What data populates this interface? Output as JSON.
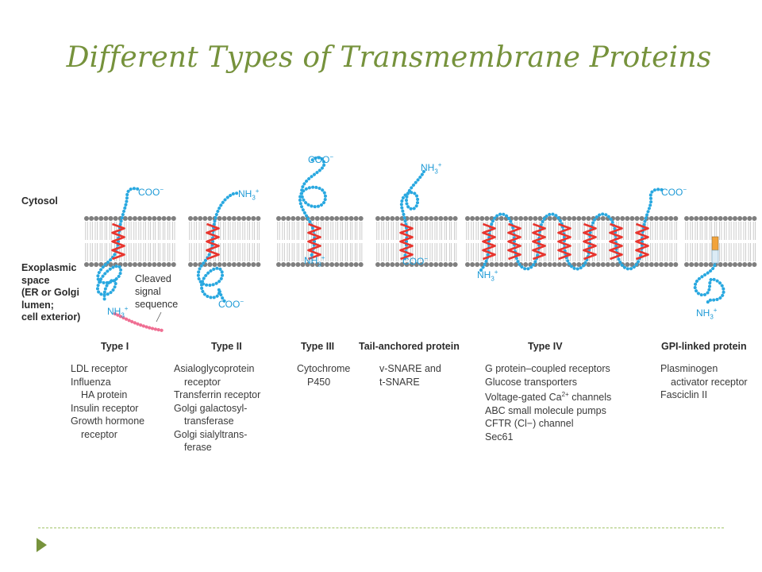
{
  "title": "Different Types of Transmembrane Proteins",
  "regions": {
    "cytosol": "Cytosol",
    "exoplasmic": "Exoplasmic\nspace\n(ER or Golgi\nlumen;\ncell exterior)"
  },
  "annotations": {
    "cleaved_signal": "Cleaved\nsignal\nsequence"
  },
  "terminals": {
    "coo": "COO",
    "nh3": "NH",
    "nh3_sub": "3",
    "plus": "+",
    "minus": "−"
  },
  "colors": {
    "lipid_head": "#7f7f7f",
    "helix": "#e8352e",
    "chain": "#29a8e0",
    "signal": "#ef6f93",
    "gpi_anchor": "#f2a33a",
    "accent": "#76923c"
  },
  "types": [
    {
      "heading": "Type I",
      "examples": [
        {
          "text": "LDL receptor"
        },
        {
          "text": "Influenza"
        },
        {
          "text": "HA protein",
          "indent": true
        },
        {
          "text": "Insulin receptor"
        },
        {
          "text": "Growth hormone"
        },
        {
          "text": "receptor",
          "indent": true
        }
      ]
    },
    {
      "heading": "Type II",
      "examples": [
        {
          "text": "Asialoglycoprotein"
        },
        {
          "text": "receptor",
          "indent": true
        },
        {
          "text": "Transferrin receptor"
        },
        {
          "text": "Golgi galactosyl-"
        },
        {
          "text": "transferase",
          "indent": true
        },
        {
          "text": "Golgi sialyltrans-"
        },
        {
          "text": "ferase",
          "indent": true
        }
      ]
    },
    {
      "heading": "Type III",
      "examples": [
        {
          "text": "Cytochrome"
        },
        {
          "text": "P450",
          "indent": true
        }
      ]
    },
    {
      "heading": "Tail-anchored protein",
      "examples": [
        {
          "text": "v-SNARE and"
        },
        {
          "text": "t-SNARE"
        }
      ]
    },
    {
      "heading": "Type IV",
      "examples": [
        {
          "text": "G protein–coupled receptors"
        },
        {
          "text": "Glucose transporters"
        },
        {
          "text": "Voltage-gated Ca",
          "sup": "2+",
          "after": " channels"
        },
        {
          "text": "ABC small molecule pumps"
        },
        {
          "text": "CFTR (Cl−) channel"
        },
        {
          "text": "Sec61"
        }
      ]
    },
    {
      "heading": "GPI-linked protein",
      "examples": [
        {
          "text": "Plasminogen"
        },
        {
          "text": "activator receptor",
          "indent": true
        },
        {
          "text": "Fasciclin II"
        }
      ]
    }
  ]
}
